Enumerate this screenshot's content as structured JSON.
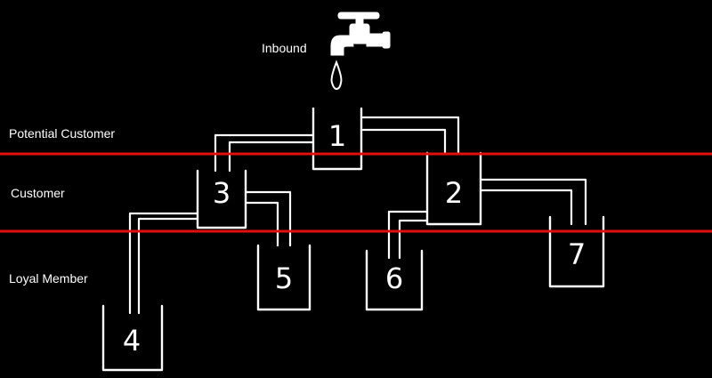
{
  "inbound_label": "Inbound",
  "tiers": [
    {
      "id": "potential",
      "label": "Potential Customer"
    },
    {
      "id": "customer",
      "label": "Customer"
    },
    {
      "id": "loyal",
      "label": "Loyal Member"
    }
  ],
  "tanks": [
    {
      "id": "tank-1",
      "number": "1"
    },
    {
      "id": "tank-2",
      "number": "2"
    },
    {
      "id": "tank-3",
      "number": "3"
    },
    {
      "id": "tank-4",
      "number": "4"
    },
    {
      "id": "tank-5",
      "number": "5"
    },
    {
      "id": "tank-6",
      "number": "6"
    },
    {
      "id": "tank-7",
      "number": "7"
    }
  ],
  "colors": {
    "background": "#000000",
    "line": "#ffffff",
    "tier_divider": "#e01010"
  },
  "icons": {
    "source": "faucet-icon",
    "drop": "water-drop-icon"
  }
}
